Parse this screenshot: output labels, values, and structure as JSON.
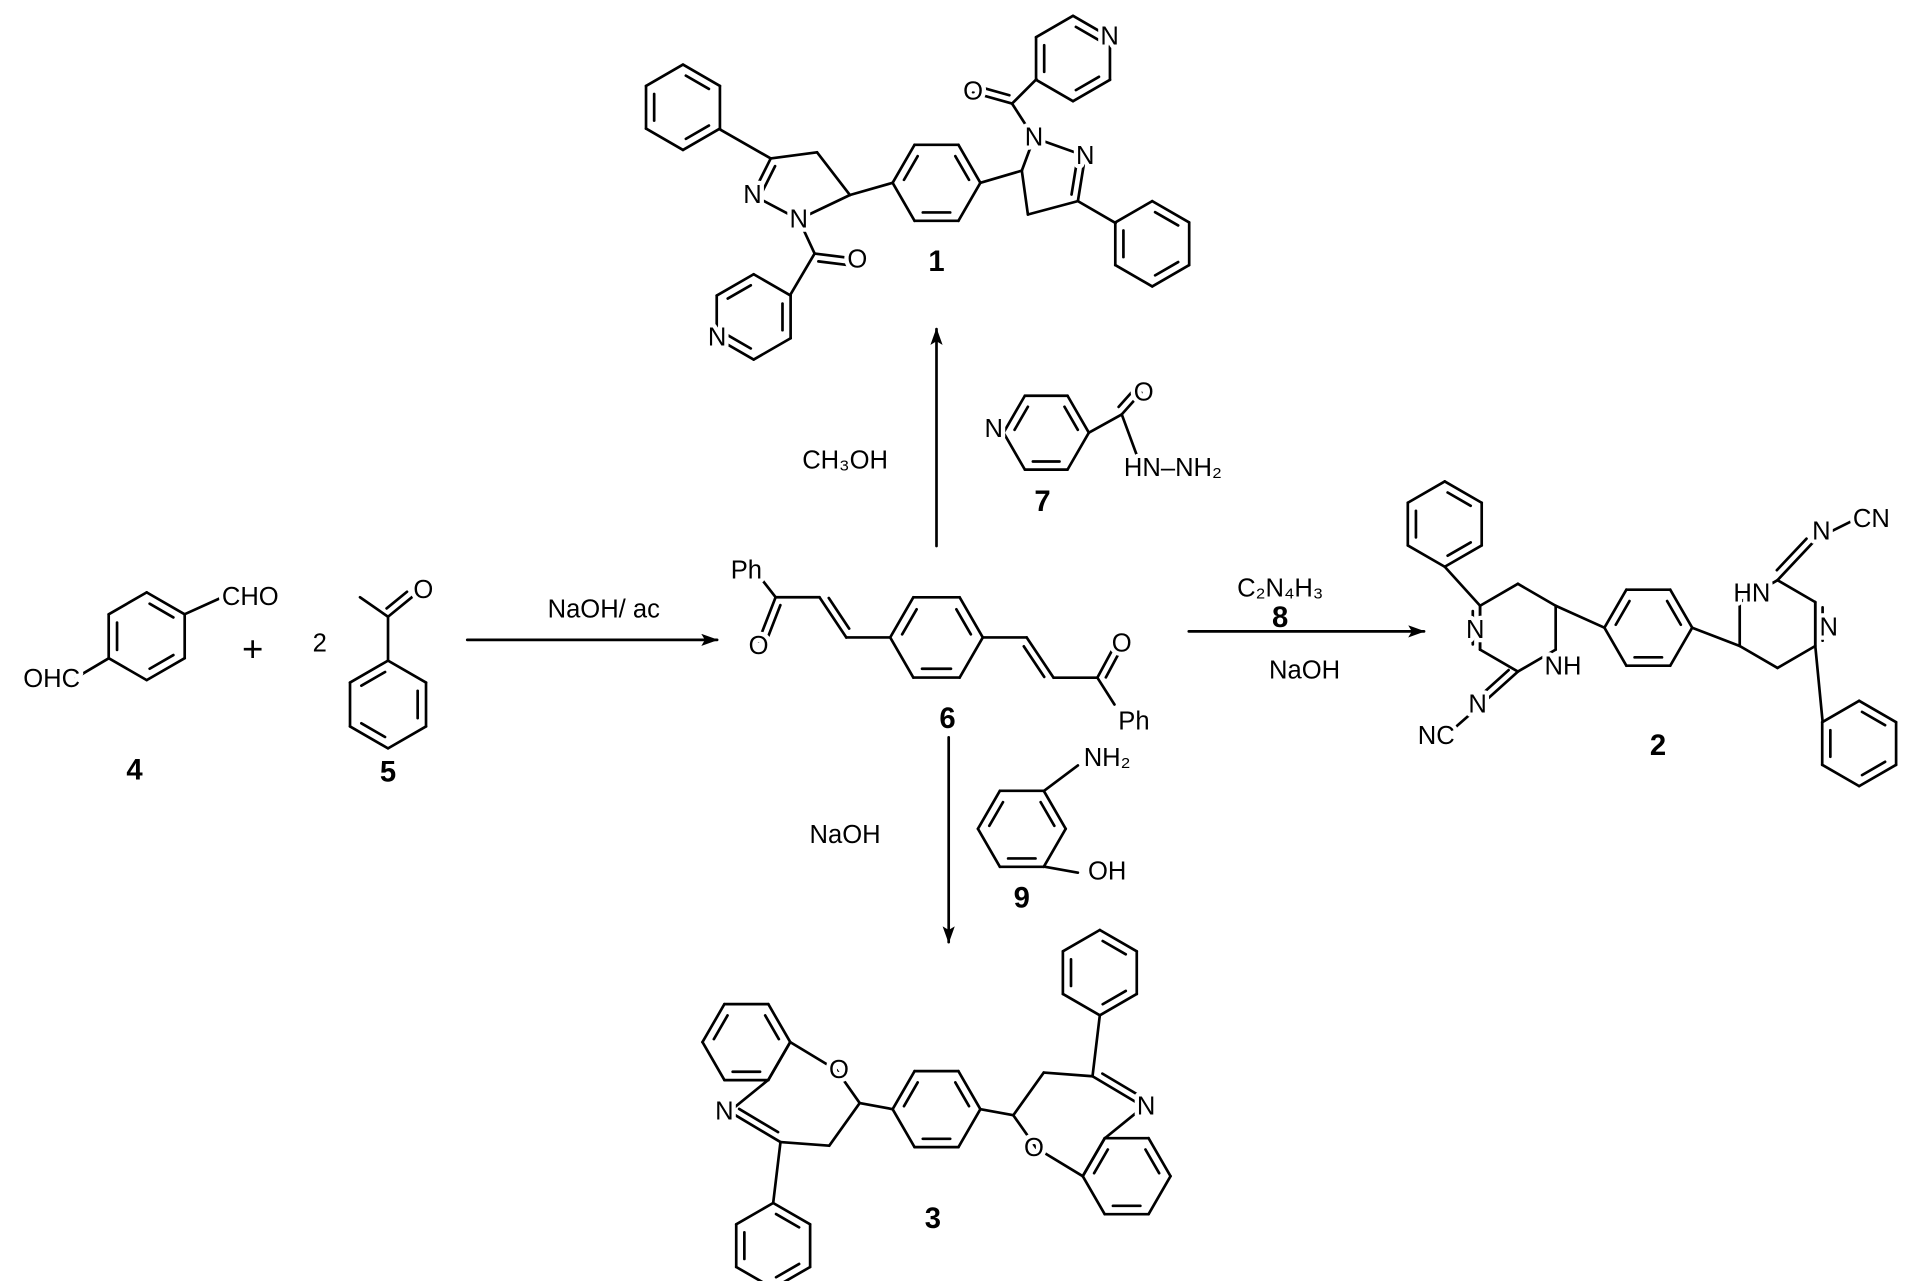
{
  "compound_1": {
    "label": "1",
    "atoms": [
      "N",
      "N",
      "O",
      "N",
      "N",
      "N",
      "O",
      "N"
    ]
  },
  "compound_2": {
    "label": "2",
    "atoms": [
      "N",
      "NH",
      "N",
      "NC",
      "HN",
      "N",
      "N",
      "CN"
    ]
  },
  "compound_3": {
    "label": "3",
    "atoms": [
      "O",
      "N",
      "O",
      "N"
    ]
  },
  "compound_4": {
    "label": "4",
    "atoms": [
      "CHO",
      "OHC"
    ]
  },
  "compound_5": {
    "label": "5",
    "coefficient": "2",
    "atoms": [
      "O"
    ]
  },
  "compound_6": {
    "label": "6",
    "atoms": [
      "Ph",
      "O",
      "O",
      "Ph"
    ]
  },
  "compound_7": {
    "label": "7",
    "atoms": [
      "N",
      "O",
      "HN–NH₂"
    ]
  },
  "compound_8": {
    "label": "8",
    "formula": "C₂N₄H₃"
  },
  "compound_9": {
    "label": "9",
    "atoms": [
      "NH₂",
      "OH"
    ]
  },
  "plus_sign": "+",
  "conditions": {
    "step_4_5_to_6": "NaOH/ ac",
    "step_6_to_1": "CH₃OH",
    "step_6_to_2": "NaOH",
    "step_6_to_3": "NaOH"
  }
}
